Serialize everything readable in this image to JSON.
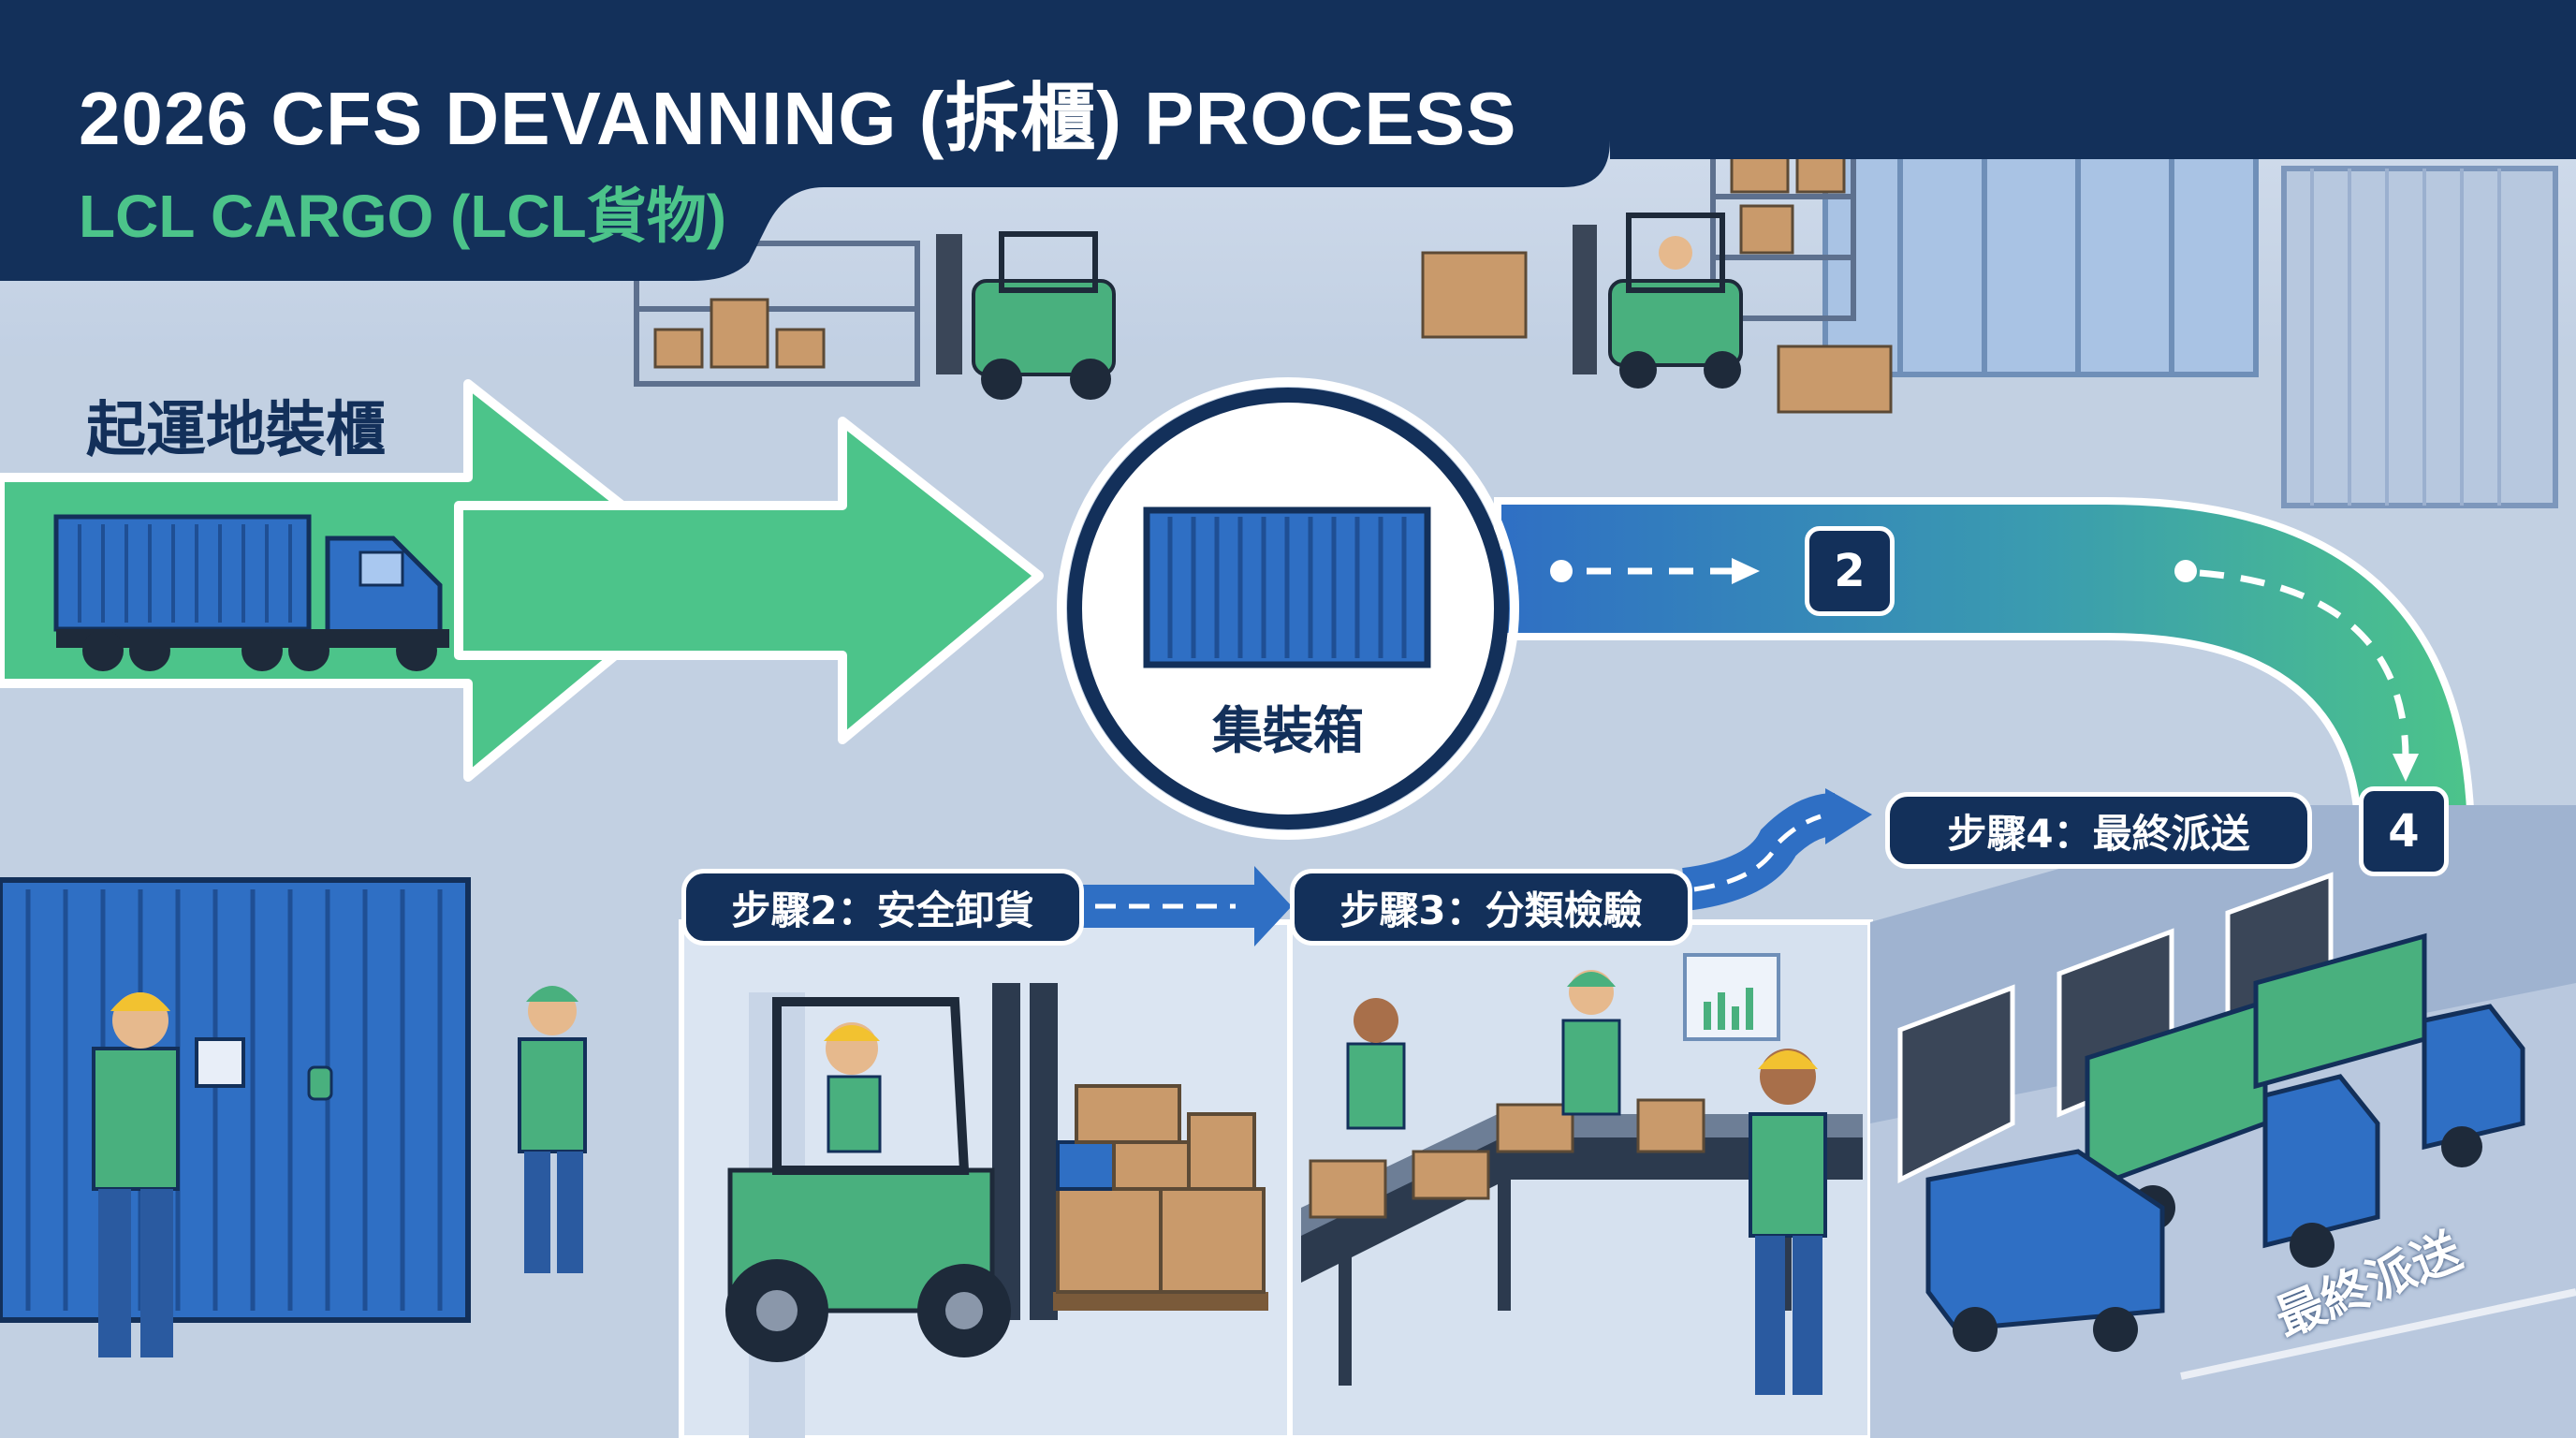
{
  "title": {
    "main": "2026 CFS DEVANNING (拆櫃) PROCESS",
    "sub": "LCL CARGO (LCL貨物)"
  },
  "flow": {
    "origin_label": "起運地裝櫃",
    "container_label": "集裝箱",
    "badge_2": "2",
    "badge_4": "4"
  },
  "steps": [
    {
      "label": "步驟2：安全卸貨"
    },
    {
      "label": "步驟3：分類檢驗"
    },
    {
      "label": "步驟4：最終派送"
    }
  ],
  "floor_marking": "最終派送",
  "colors": {
    "navy": "#13305a",
    "green": "#4cc48a",
    "blue": "#2f6fc4",
    "background": "#c9d5e6"
  }
}
